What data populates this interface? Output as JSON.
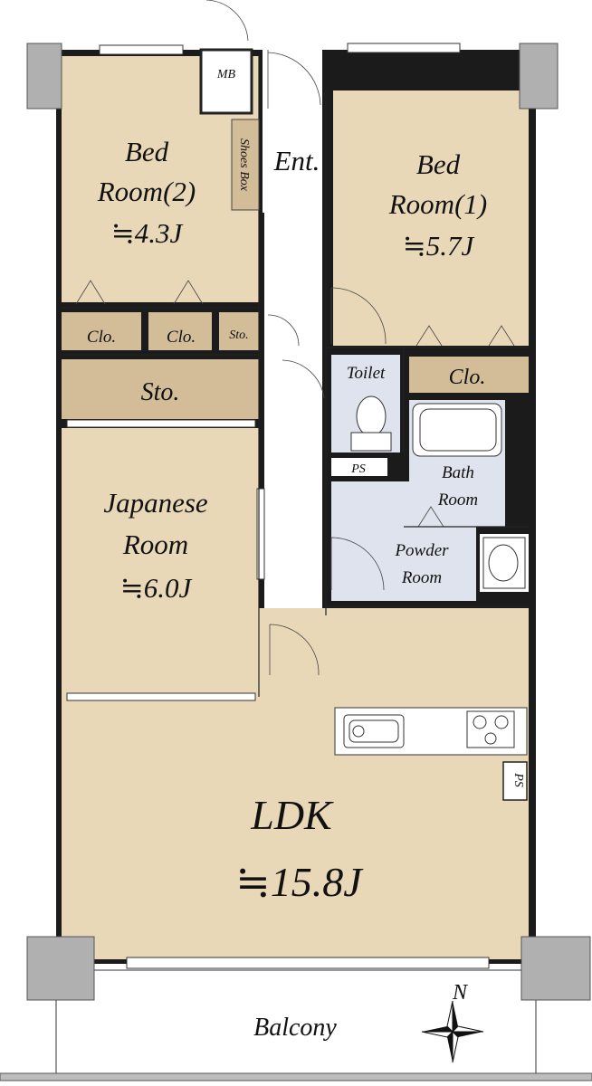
{
  "rooms": {
    "bedroom2": {
      "line1": "Bed",
      "line2": "Room(2)",
      "area": "≒4.3J"
    },
    "bedroom1": {
      "line1": "Bed",
      "line2": "Room(1)",
      "area": "≒5.7J"
    },
    "japanese": {
      "line1": "Japanese",
      "line2": "Room",
      "area": "≒6.0J"
    },
    "ldk": {
      "name": "LDK",
      "area": "≒15.8J"
    },
    "entrance": "Ent.",
    "shoes_box": "Shoes Box",
    "mb": "MB",
    "toilet": "Toilet",
    "bath": {
      "line1": "Bath",
      "line2": "Room"
    },
    "powder": {
      "line1": "Powder",
      "line2": "Room"
    },
    "closet": "Clo.",
    "storage": "Sto.",
    "ps": "PS",
    "balcony": "Balcony"
  },
  "compass": {
    "label": "N"
  },
  "colors": {
    "room": "#e8d8b8",
    "storage": "#d2bd98",
    "wet_area": "#dfe3ee",
    "wall": "#1b1b1b",
    "column": "#b0b0b0"
  }
}
